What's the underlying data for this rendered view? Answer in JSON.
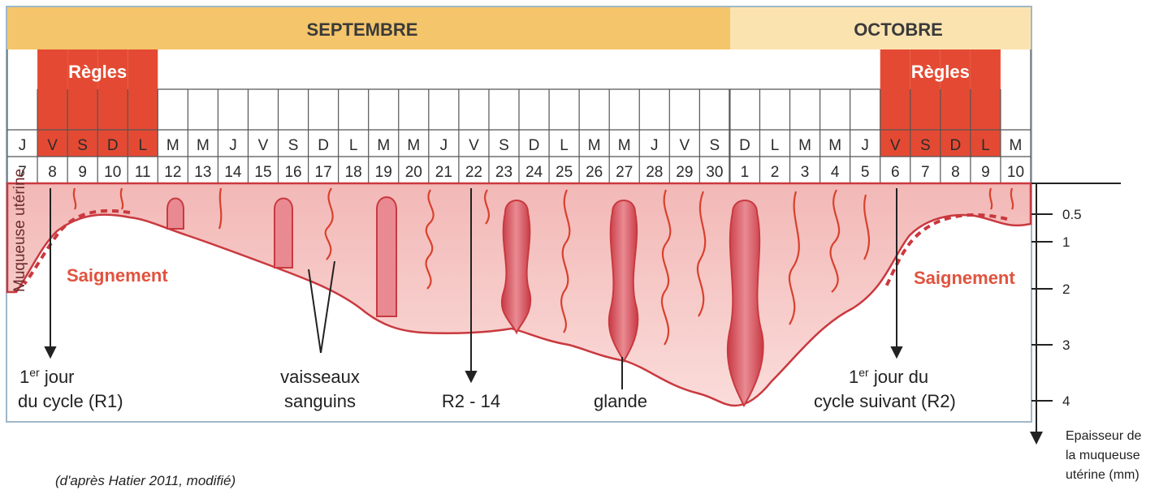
{
  "months": [
    {
      "name": "SEPTEMBRE"
    },
    {
      "name": "OCTOBRE"
    }
  ],
  "regles_label": "Règles",
  "days": [
    {
      "letter": "J",
      "num": "7"
    },
    {
      "letter": "V",
      "num": "8"
    },
    {
      "letter": "S",
      "num": "9"
    },
    {
      "letter": "D",
      "num": "10"
    },
    {
      "letter": "L",
      "num": "11"
    },
    {
      "letter": "M",
      "num": "12"
    },
    {
      "letter": "M",
      "num": "13"
    },
    {
      "letter": "J",
      "num": "14"
    },
    {
      "letter": "V",
      "num": "15"
    },
    {
      "letter": "S",
      "num": "16"
    },
    {
      "letter": "D",
      "num": "17"
    },
    {
      "letter": "L",
      "num": "18"
    },
    {
      "letter": "M",
      "num": "19"
    },
    {
      "letter": "M",
      "num": "20"
    },
    {
      "letter": "J",
      "num": "21"
    },
    {
      "letter": "V",
      "num": "22"
    },
    {
      "letter": "S",
      "num": "23"
    },
    {
      "letter": "D",
      "num": "24"
    },
    {
      "letter": "L",
      "num": "25"
    },
    {
      "letter": "M",
      "num": "26"
    },
    {
      "letter": "M",
      "num": "27"
    },
    {
      "letter": "J",
      "num": "28"
    },
    {
      "letter": "V",
      "num": "29"
    },
    {
      "letter": "S",
      "num": "30"
    },
    {
      "letter": "D",
      "num": "1"
    },
    {
      "letter": "L",
      "num": "2"
    },
    {
      "letter": "M",
      "num": "3"
    },
    {
      "letter": "M",
      "num": "4"
    },
    {
      "letter": "J",
      "num": "5"
    },
    {
      "letter": "V",
      "num": "6"
    },
    {
      "letter": "S",
      "num": "7"
    },
    {
      "letter": "D",
      "num": "8"
    },
    {
      "letter": "L",
      "num": "9"
    },
    {
      "letter": "M",
      "num": "10"
    }
  ],
  "regles_days": [
    1,
    2,
    3,
    4,
    29,
    30,
    31,
    32
  ],
  "side_label": "Muqueuse utérine",
  "labels": {
    "saignement": "Saignement",
    "first_day_sup": "er",
    "first_day_1": "1",
    "first_day_rest": " jour",
    "first_day_line2": "du cycle (R1)",
    "vessels_line1": "vaisseaux",
    "vessels_line2": "sanguins",
    "r2_14": "R2 - 14",
    "glande": "glande",
    "next_1": "1",
    "next_sup": "er",
    "next_rest": " jour du",
    "next_line2": "cycle suivant (R2)"
  },
  "thickness_axis": {
    "ticks": [
      "0.5",
      "1",
      "2",
      "3",
      "4"
    ],
    "caption": [
      "Epaisseur de",
      "la muqueuse",
      "utérine (mm)"
    ]
  },
  "credit": "(d'après Hatier 2011, modifié)",
  "colors": {
    "month_band": "#f4c56a",
    "month_band_light": "#fbe3b0",
    "regles": "#e44a33",
    "regles_dark": "#c73824",
    "mucosa": "#f6c9c8",
    "mucosa_edge": "#c9393f",
    "vessel": "#d9412e",
    "bleed_text": "#e0533e"
  }
}
